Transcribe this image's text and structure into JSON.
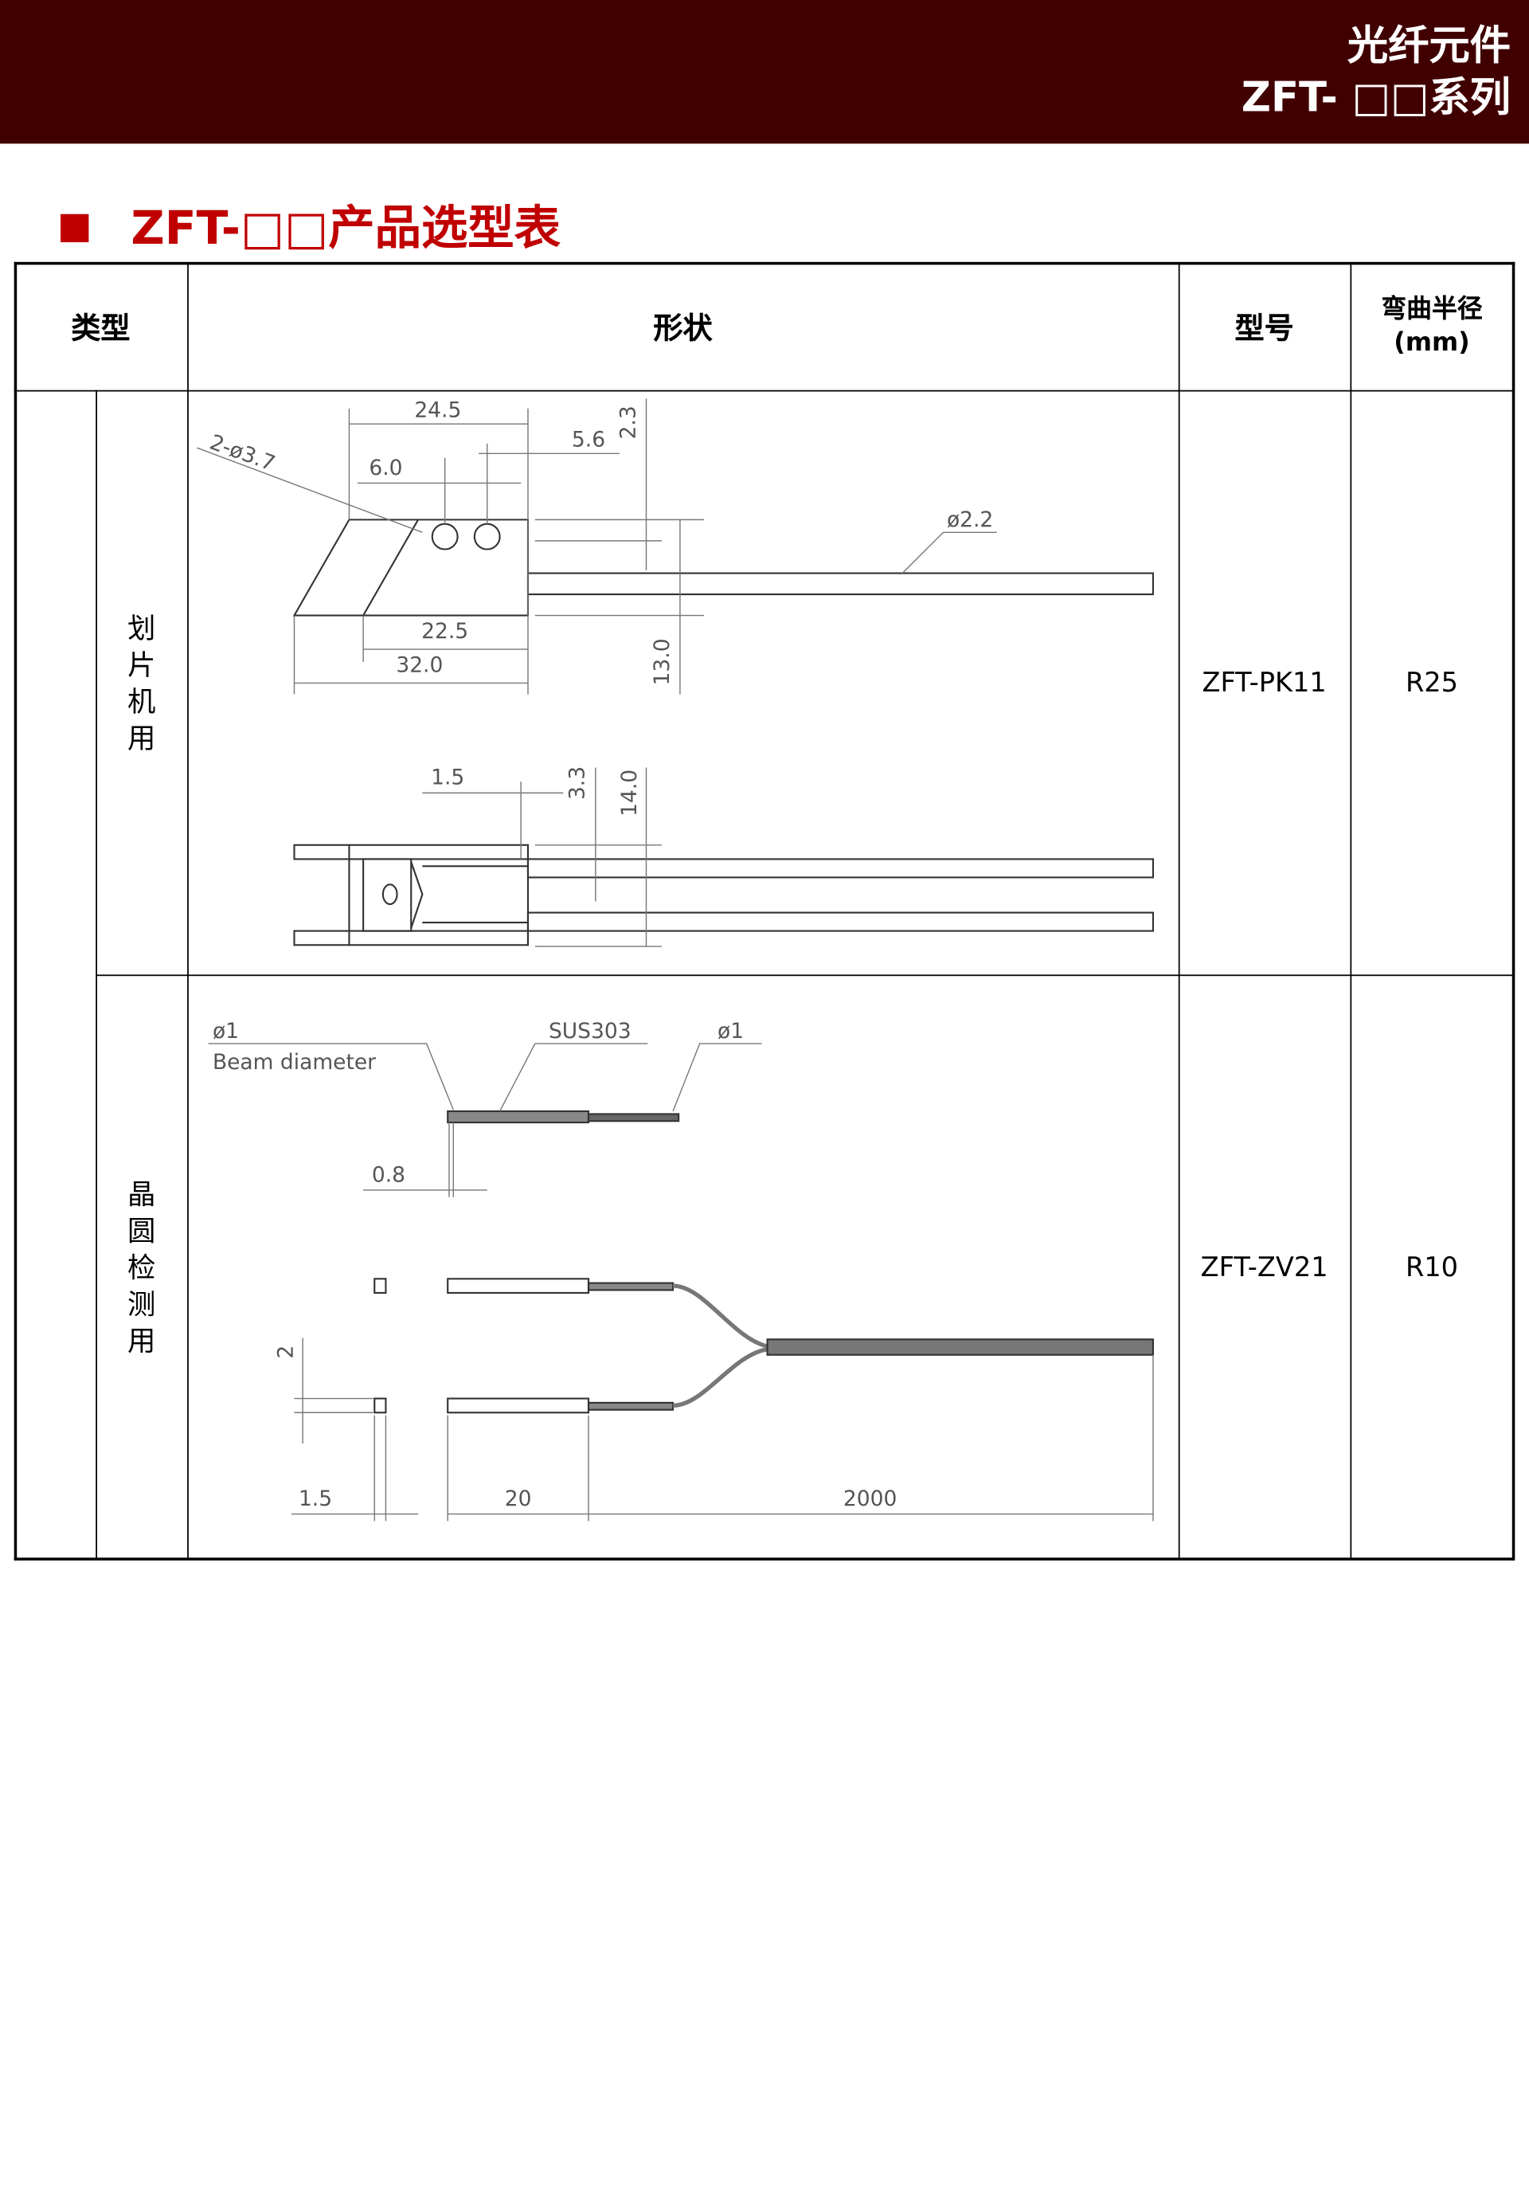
{
  "header": {
    "category": "光纤元件",
    "series": "ZFT- □□系列"
  },
  "section_title": "ZFT-□□产品选型表",
  "table": {
    "headers": {
      "type": "类型",
      "shape": "形状",
      "model": "型号",
      "bend_radius": "弯曲半径",
      "bend_unit": "(mm)"
    },
    "rows": [
      {
        "type": "划片机用",
        "model": "ZFT-PK11",
        "bend_radius": "R25",
        "drawing": {
          "d_24_5": "24.5",
          "d_5_6": "5.6",
          "d_2_3": "2.3",
          "d_6_0": "6.0",
          "holes": "2-ø3.7",
          "cable": "ø2.2",
          "d_22_5": "22.5",
          "d_32_0": "32.0",
          "d_13_0": "13.0",
          "d_1_5": "1.5",
          "d_3_3": "3.3",
          "d_14_0": "14.0"
        }
      },
      {
        "type": "晶圆检测用",
        "model": "ZFT-ZV21",
        "bend_radius": "R10",
        "drawing": {
          "beam_phi": "ø1",
          "beam_label": "Beam diameter",
          "material": "SUS303",
          "tube_phi": "ø1",
          "d_0_8": "0.8",
          "d_2": "2",
          "d_1_5": "1.5",
          "d_20": "20",
          "d_2000": "2000"
        }
      }
    ]
  },
  "colors": {
    "band": "#400000",
    "accent": "#c00000"
  }
}
